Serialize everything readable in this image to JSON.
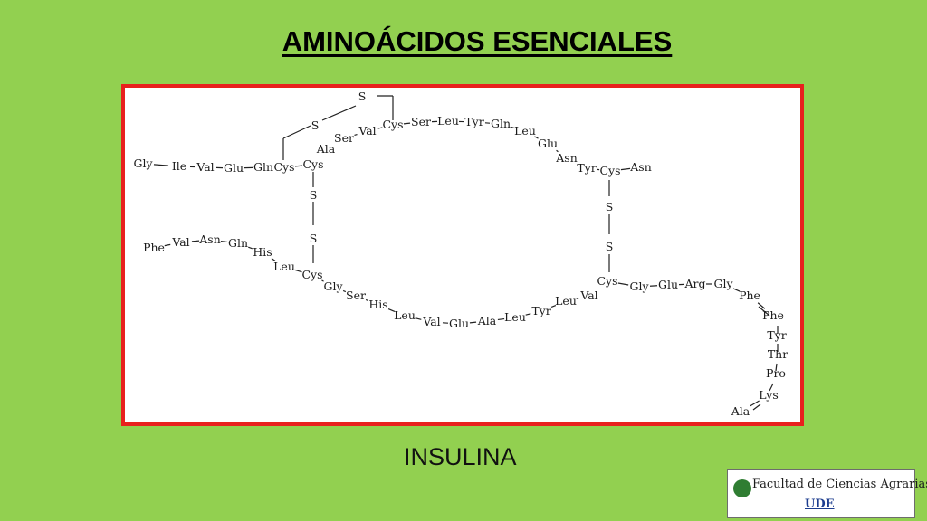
{
  "slide": {
    "title": "AMINOÁCIDOS ESENCIALES",
    "caption": "INSULINA"
  },
  "colors": {
    "background": "#92d050",
    "frame_border": "#e8201e",
    "logo_abbr": "#1d3d8f"
  },
  "diagram": {
    "chain_a": [
      "Gly",
      "Ile",
      "Val",
      "Glu",
      "Gln",
      "Cys",
      "Cys",
      "Ala",
      "Ser",
      "Val",
      "Cys",
      "Ser",
      "Leu",
      "Tyr",
      "Gln",
      "Leu",
      "Glu",
      "Asn",
      "Tyr",
      "Cys",
      "Asn"
    ],
    "chain_b": [
      "Phe",
      "Val",
      "Asn",
      "Gln",
      "His",
      "Leu",
      "Cys",
      "Gly",
      "Ser",
      "His",
      "Leu",
      "Val",
      "Glu",
      "Ala",
      "Leu",
      "Tyr",
      "Leu",
      "Val",
      "Cys",
      "Gly",
      "Glu",
      "Arg",
      "Gly",
      "Phe",
      "Phe",
      "Tyr",
      "Thr",
      "Pro",
      "Lys",
      "Ala"
    ],
    "bond_atom": "S"
  },
  "logo": {
    "name": "Facultad de Ciencias Agrarias",
    "abbr": "UDE",
    "icon": "leaf-icon"
  }
}
